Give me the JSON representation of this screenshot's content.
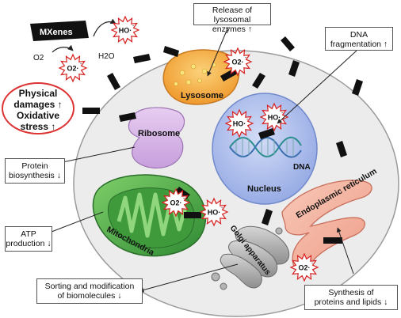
{
  "nanomaterial": {
    "label": "MXenes",
    "water": "H2O",
    "oxygen": "O2"
  },
  "ros": {
    "hydroxyl": "HO",
    "superoxide": "O2"
  },
  "organelles": {
    "lysosome": "Lysosome",
    "ribosome": "Ribosome",
    "nucleus": "Nucleus",
    "dna": "DNA",
    "mitochondria": "Mitochondria",
    "golgi": "Golgi apparatus",
    "er": "Endoplasmic reticulum"
  },
  "effects": {
    "lysosomal_release": [
      "Release of lysosomal",
      "enzymes ↑"
    ],
    "dna_fragmentation": [
      "DNA",
      "fragmentation ↑"
    ],
    "physical_damage": [
      "Physical",
      "damages ↑",
      "Oxidative",
      "stress ↑"
    ],
    "protein_biosynthesis": [
      "Protein",
      "biosynthesis ↓"
    ],
    "atp_production": [
      "ATP",
      "production ↓"
    ],
    "sorting": [
      "Sorting and modification",
      "of biomolecules ↓"
    ],
    "synthesis": [
      "Synthesis of",
      "proteins and lipids ↓"
    ]
  },
  "colors": {
    "cell_fill": "#ededed",
    "lysosome": "#f4a640",
    "ribosome": "#d9b8e8",
    "nucleus": "#b9c8ef",
    "mitochondria": "#4daa4a",
    "golgi": "#a9a9a9",
    "er": "#f4b8a8",
    "flake": "#111111",
    "burst_border": "#d62020"
  }
}
